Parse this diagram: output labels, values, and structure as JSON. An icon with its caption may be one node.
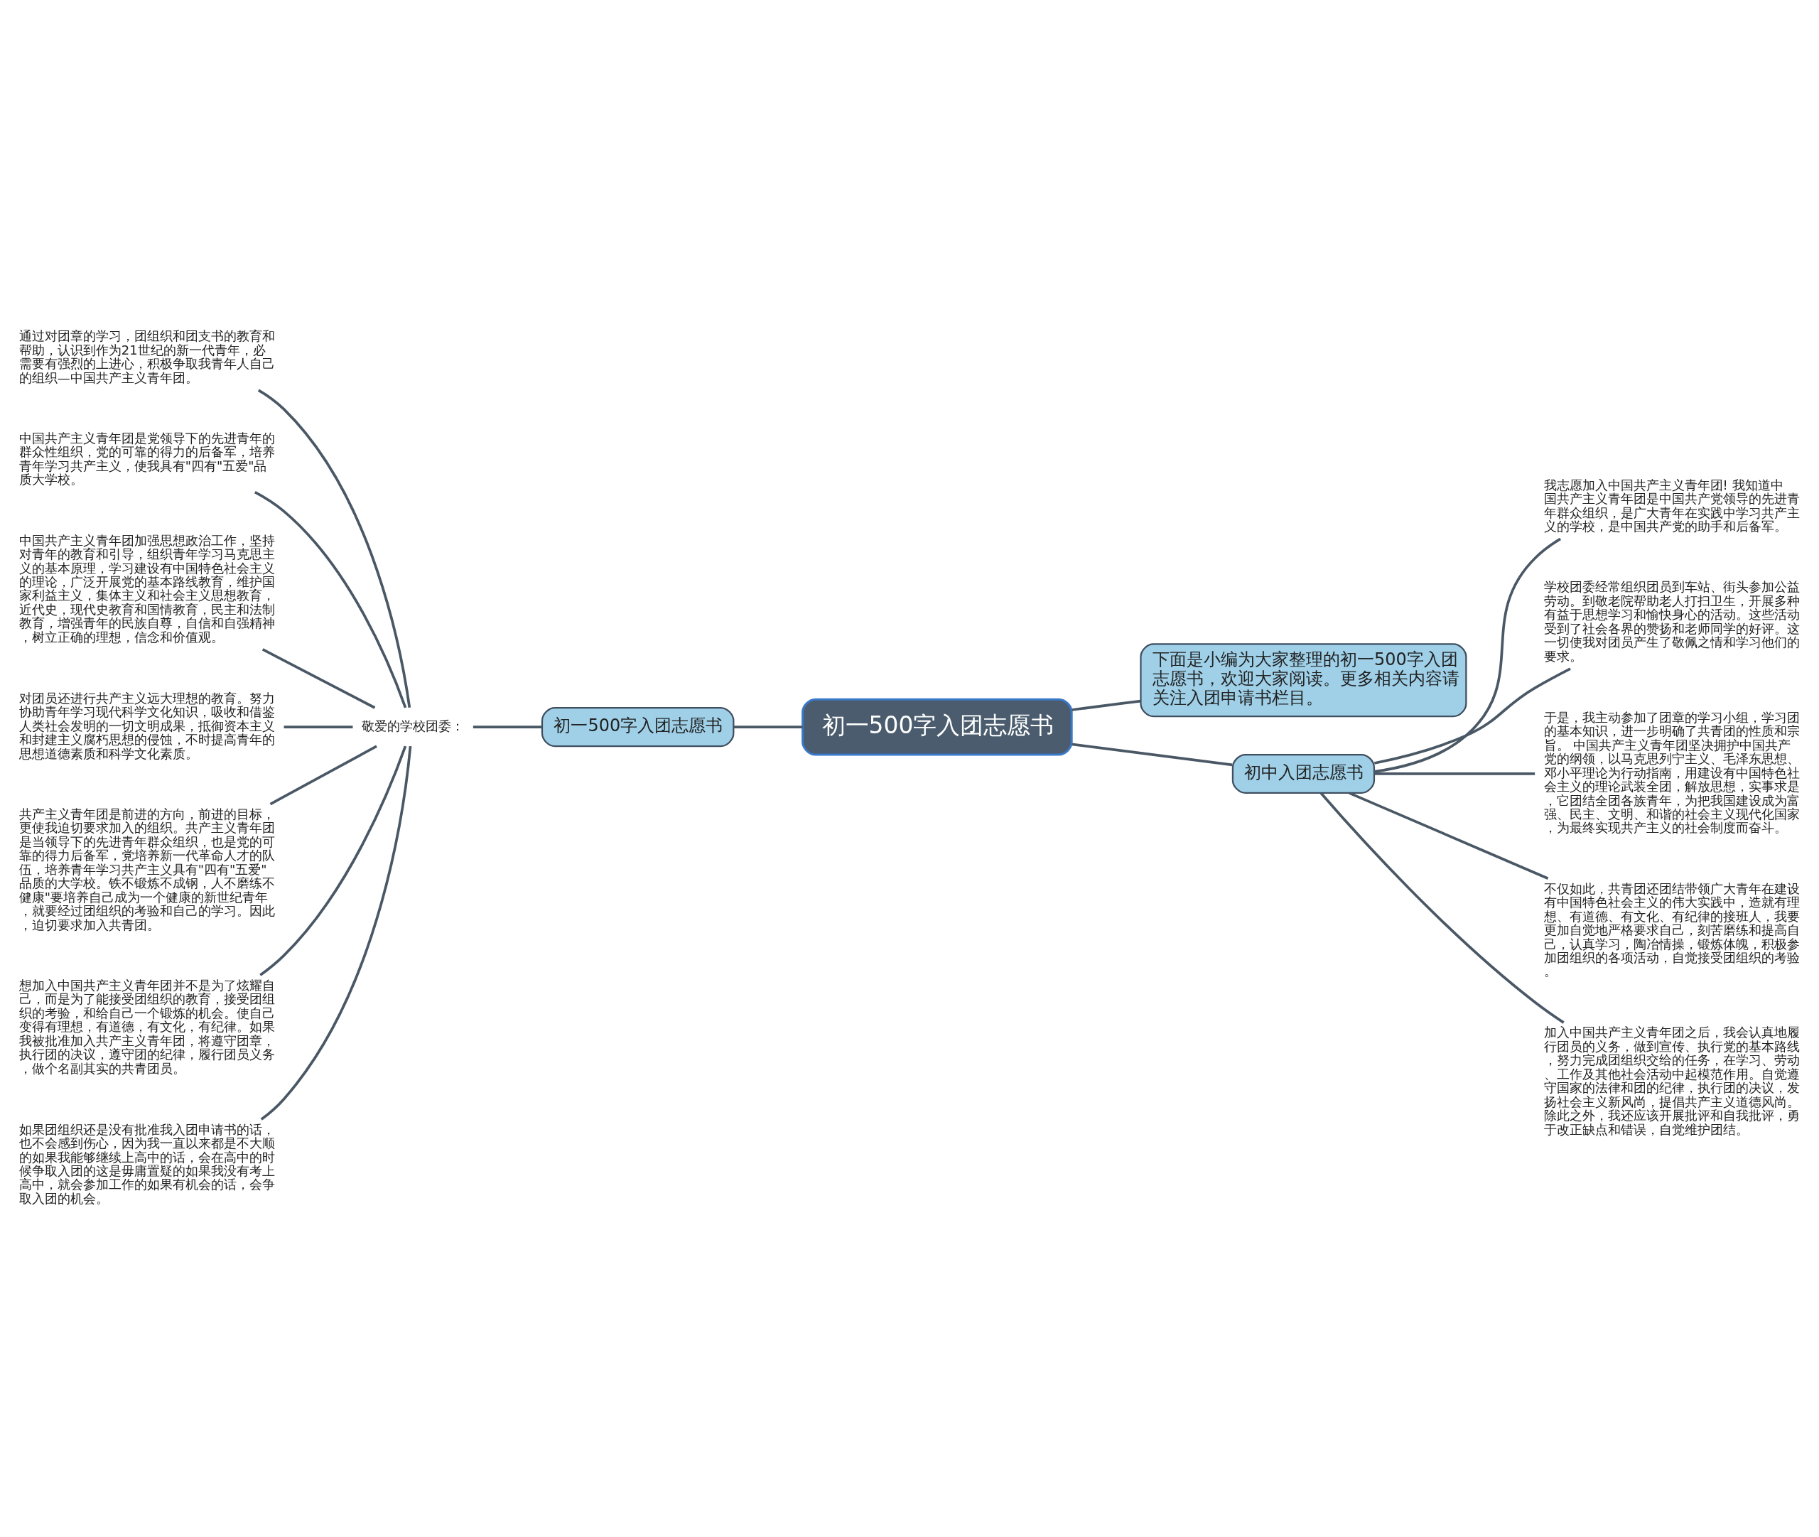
{
  "diagram": {
    "nodes": [
      {
        "text": [
          "初一500字入团志愿书"
        ]
      },
      {
        "text": [
          "初一500字入团志愿书"
        ]
      },
      {
        "text": [
          "敬爱的学校团委："
        ]
      },
      {
        "text": [
          "通过对团章的学习，团组织和团支书的教育和帮助，认识到作为21世纪的新一代青年，必需要有强烈的上进心，积极争取我青年人自己的组织—中国共产主义青年团。"
        ]
      },
      {
        "text": [
          "中国共产主义青年团是党领导下的先进青年的群众性组织，党的可靠的得力的后备军，培养青年学习共产主义，使我具有\"四有\"五爱\"品质大学校。"
        ]
      },
      {
        "text": [
          "中国共产主义青年团加强思想政治工作，坚持对青年的教育和引导，组织青年学习马克思主义的基本原理，学习建设有中国特色社会主义的理论，广泛开展党的基本路线教育，维护国家利益主义，集体主义和社会主义思想教育，近代史，现代史教育和国情教育，民主和法制教育，增强青年的民族自尊，自信和自强精神，树立正确的理想，信念和价值观。"
        ]
      },
      {
        "text": [
          "对团员还进行共产主义远大理想的教育。努力协助青年学习现代科学文化知识，吸收和借鉴人类社会发明的一切文明成果，抵御资本主义和封建主义腐朽思想的侵蚀，不时提高青年的思想道德素质和科学文化素质。"
        ]
      },
      {
        "text": [
          "共产主义青年团是前进的方向，前进的目标，更使我迫切要求加入的组织。共产主义青年团是当领导下的先进青年群众组织，也是党的可靠的得力后备军，党培养新一代革命人才的队伍，培养青年学习共产主义具有\"四有\"五爱\"品质的大学校。铁不锻炼不成钢，人不磨练不健康\"要培养自己成为一个健康的新世纪青年，就要经过团组织的考验和自己的学习。因此，迫切要求加入共青团。"
        ]
      },
      {
        "text": [
          "想加入中国共产主义青年团并不是为了炫耀自己，而是为了能接受团组织的教育，接受团组织的考验，和给自己一个锻炼的机会。使自己变得有理想，有道德，有文化，有纪律。如果我被批准加入共产主义青年团，将遵守团章，执行团的决议，遵守团的纪律，履行团员义务，做个名副其实的共青团员。"
        ]
      },
      {
        "text": [
          "如果团组织还是没有批准我入团申请书的话，也不会感到伤心，因为我一直以来都是不大顺的如果我能够继续上高中的话，会在高中的时候争取入团的这是毋庸置疑的如果我没有考上高中，就会参加工作的如果有机会的话，会争取入团的机会。"
        ]
      },
      {
        "text": [
          "下面是小编为大家整理的初一500字入团志愿书，欢迎大家阅读。更多相关内容请关注入团申请书栏目。"
        ]
      },
      {
        "text": [
          "初中入团志愿书"
        ]
      },
      {
        "text": [
          "我志愿加入中国共产主义青年团! 我知道中国共产主义青年团是中国共产党领导的先进青年群众组织，是广大青年在实践中学习共产主义的学校，是中国共产党的助手和后备军。"
        ]
      },
      {
        "text": [
          "学校团委经常组织团员到车站、街头参加公益劳动。到敬老院帮助老人打扫卫生，开展多种有益于思想学习和愉快身心的活动。这些活动受到了社会各界的赞扬和老师同学的好评。这一切使我对团员产生了敬佩之情和学习他们的要求。"
        ]
      },
      {
        "text": [
          "于是，我主动参加了团章的学习小组，学习团的基本知识，进一步明确了共青团的性质和宗旨。 中国共产主义青年团坚决拥护中国共产党的纲领，以马克思列宁主义、毛泽东思想、邓小平理论为行动指南，用建设有中国特色社会主义的理论武装全团，解放思想，实事求是，它团结全团各族青年，为把我国建设成为富强、民主、文明、和谐的社会主义现代化国家，为最终实现共产主义的社会制度而奋斗。"
        ]
      },
      {
        "text": [
          "不仅如此，共青团还团结带领广大青年在建设有中国特色社会主义的伟大实践中，造就有理想、有道德、有文化、有纪律的接班人，我要更加自觉地严格要求自己，刻苦磨练和提高自己，认真学习，陶冶情操，锻炼体魄，积极参加团组织的各项活动，自觉接受团组织的考验。"
        ]
      },
      {
        "text": [
          "加入中国共产主义青年团之后，我会认真地履行团员的义务，做到宣传、执行党的基本路线，努力完成团组织交给的任务，在学习、劳动、工作及其他社会活动中起模范作用。自觉遵守国家的法律和团的纪律，执行团的决议，发扬社会主义新风尚，提倡共产主义道德风尚。除此之外，我还应该开展批评和自我批评，勇于改正缺点和错误，自觉维护团结。"
        ]
      }
    ],
    "edges": [
      {
        "from": 0,
        "to": 1,
        "arrow": "none"
      },
      {
        "from": 1,
        "to": 2,
        "arrow": "none"
      },
      {
        "from": 2,
        "to": 3,
        "arrow": "none"
      },
      {
        "from": 2,
        "to": 4,
        "arrow": "none"
      },
      {
        "from": 2,
        "to": 5,
        "arrow": "none"
      },
      {
        "from": 2,
        "to": 6,
        "arrow": "none"
      },
      {
        "from": 2,
        "to": 7,
        "arrow": "none"
      },
      {
        "from": 2,
        "to": 8,
        "arrow": "none"
      },
      {
        "from": 2,
        "to": 9,
        "arrow": "none"
      },
      {
        "from": 0,
        "to": 10,
        "arrow": "none"
      },
      {
        "from": 0,
        "to": 11,
        "arrow": "none"
      },
      {
        "from": 11,
        "to": 12,
        "arrow": "none"
      },
      {
        "from": 11,
        "to": 13,
        "arrow": "none"
      },
      {
        "from": 11,
        "to": 14,
        "arrow": "none"
      },
      {
        "from": 11,
        "to": 15,
        "arrow": "none"
      },
      {
        "from": 11,
        "to": 16,
        "arrow": "none"
      }
    ]
  }
}
